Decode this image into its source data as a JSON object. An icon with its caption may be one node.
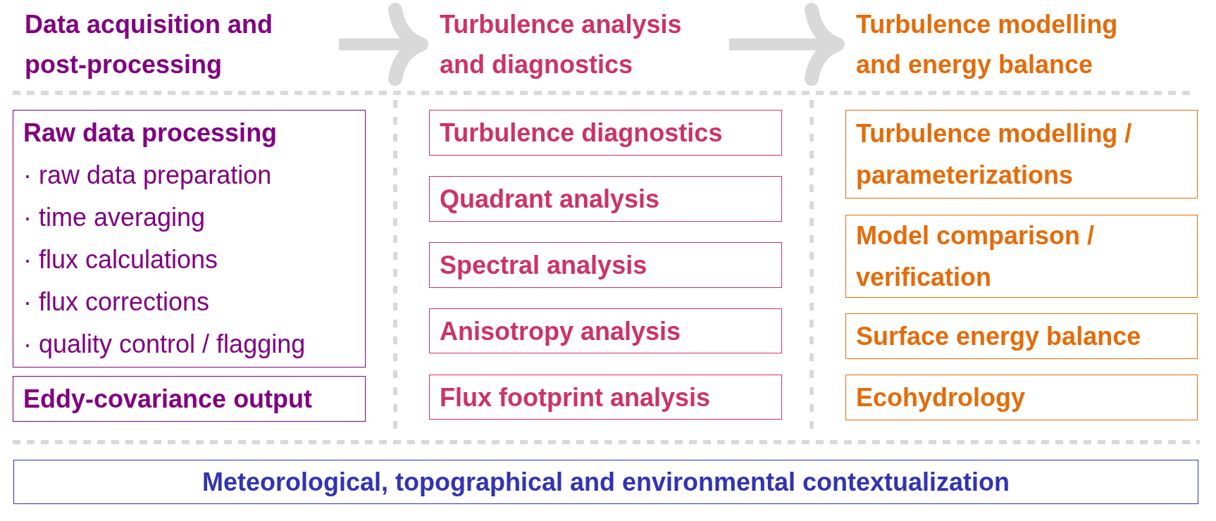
{
  "diagram": {
    "nodes": [
      {
        "text": [
          "Data acquisition and post-processing"
        ]
      },
      {
        "text": [
          "Turbulence analysis and diagnostics"
        ]
      },
      {
        "text": [
          "Turbulence modelling and energy balance"
        ]
      },
      {
        "text": [
          "Raw data processing",
          "· raw data preparation",
          "· time averaging",
          "· flux calculations",
          "· flux corrections",
          "· quality control / flagging"
        ]
      },
      {
        "text": [
          "Eddy-covariance output"
        ]
      },
      {
        "text": [
          "Turbulence diagnostics"
        ]
      },
      {
        "text": [
          "Quadrant analysis"
        ]
      },
      {
        "text": [
          "Spectral analysis"
        ]
      },
      {
        "text": [
          "Anisotropy analysis"
        ]
      },
      {
        "text": [
          "Flux footprint analysis"
        ]
      },
      {
        "text": [
          "Turbulence modelling / parameterizations"
        ]
      },
      {
        "text": [
          "Model comparison / verification"
        ]
      },
      {
        "text": [
          "Surface energy balance"
        ]
      },
      {
        "text": [
          "Ecohydrology"
        ]
      },
      {
        "text": [
          "Meteorological, topographical and environmental contextualization"
        ]
      }
    ],
    "edges": [
      {
        "from": 0,
        "to": 1,
        "arrow": "to"
      },
      {
        "from": 1,
        "to": 2,
        "arrow": "to"
      }
    ]
  }
}
